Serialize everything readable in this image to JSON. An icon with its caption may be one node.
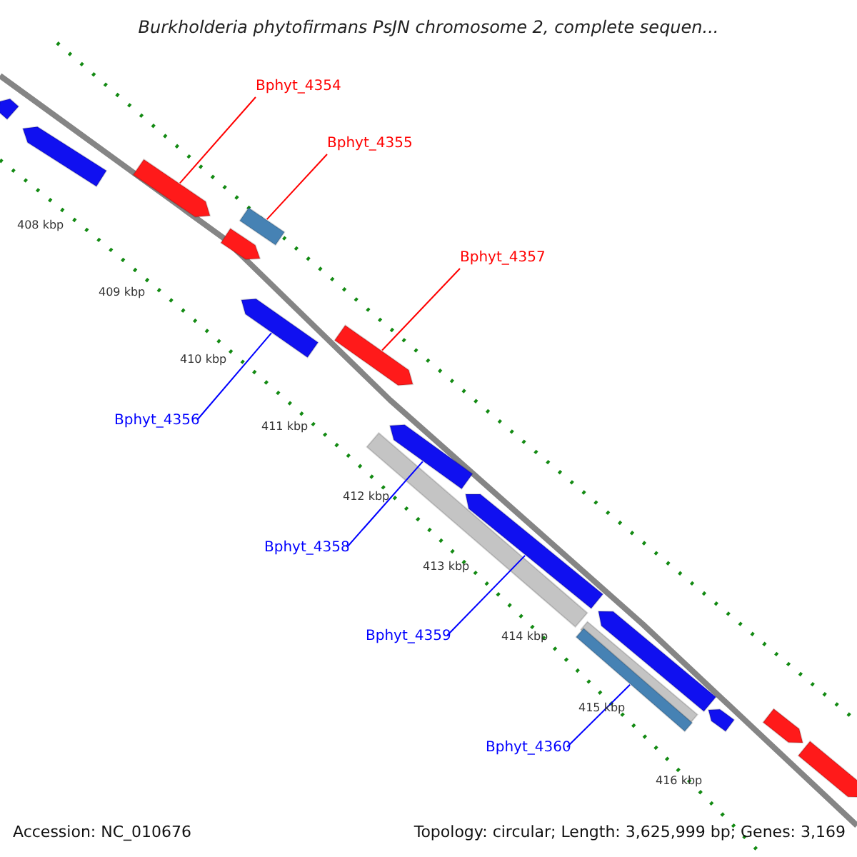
{
  "diagram": {
    "title": "Burkholderia phytofirmans PsJN chromosome 2, complete sequen...",
    "nodes": [
      {
        "text": [
          "Bphyt_4354"
        ]
      },
      {
        "text": [
          "Bphyt_4355"
        ]
      },
      {
        "text": [
          "Bphyt_4357"
        ]
      },
      {
        "text": [
          "Bphyt_4356"
        ]
      },
      {
        "text": [
          "Bphyt_4358"
        ]
      },
      {
        "text": [
          "Bphyt_4359"
        ]
      },
      {
        "text": [
          "Bphyt_4360"
        ]
      },
      {
        "text": [],
        "shape": "bar"
      },
      {
        "text": [],
        "shape": "bar"
      },
      {
        "text": [],
        "shape": "bar"
      },
      {
        "text": [],
        "shape": "box"
      },
      {
        "text": [],
        "shape": "bar"
      },
      {
        "text": [],
        "shape": "bar"
      },
      {
        "text": [],
        "shape": "bar"
      },
      {
        "text": [],
        "shape": "box"
      },
      {
        "text": [],
        "shape": "bar"
      },
      {
        "text": [],
        "shape": "bar"
      },
      {
        "text": [],
        "shape": "box"
      },
      {
        "text": [],
        "shape": "box"
      },
      {
        "text": [],
        "shape": "bar"
      },
      {
        "text": [],
        "shape": "bar"
      },
      {
        "text": [],
        "shape": "bar"
      },
      {
        "text": [],
        "shape": "bar"
      }
    ],
    "edges": [
      {
        "from": 0,
        "to": 9,
        "arrow": "none",
        "color": "#ff0000"
      },
      {
        "from": 1,
        "to": 10,
        "arrow": "none",
        "color": "#ff0000"
      },
      {
        "from": 2,
        "to": 13,
        "arrow": "none",
        "color": "#ff0000"
      },
      {
        "from": 3,
        "to": 12,
        "arrow": "none"
      },
      {
        "from": 4,
        "to": 15,
        "arrow": "none"
      },
      {
        "from": 5,
        "to": 16,
        "arrow": "none"
      },
      {
        "from": 6,
        "to": 18,
        "arrow": "none"
      }
    ],
    "labels": [
      "408 kbp",
      "409 kbp",
      "410 kbp",
      "411 kbp",
      "412 kbp",
      "413 kbp",
      "414 kbp",
      "415 kbp",
      "416 kbp",
      "Accession: NC_010676",
      "Topology: circular; Length: 3,625,999 bp; Genes: 3,169"
    ]
  }
}
